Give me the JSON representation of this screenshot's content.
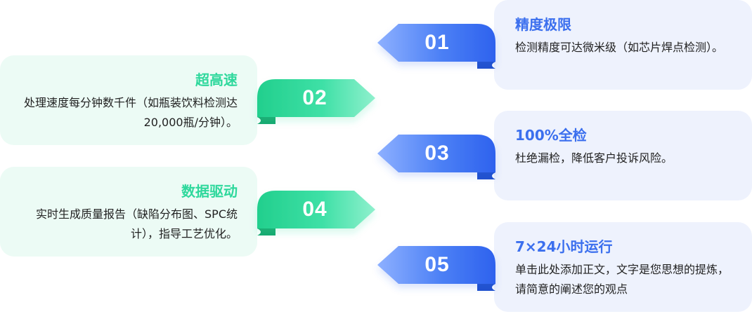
{
  "colors": {
    "green_accent": "#2ed89c",
    "blue_accent": "#3b6fee",
    "green_card_bg": "#ecfbf5",
    "blue_card_bg": "#eef2fd"
  },
  "items": [
    {
      "num": "01",
      "title": "精度极限",
      "desc": "检测精度可达微米级（如芯片焊点检测）。"
    },
    {
      "num": "02",
      "title": "超高速",
      "desc": "处理速度每分钟数千件（如瓶装饮料检测达20,000瓶/分钟）。"
    },
    {
      "num": "03",
      "title": "100%全检",
      "desc": "杜绝漏检，降低客户投诉风险。"
    },
    {
      "num": "04",
      "title": "数据驱动",
      "desc": "实时生成质量报告（缺陷分布图、SPC统计），指导工艺优化。"
    },
    {
      "num": "05",
      "title": "7×24小时运行",
      "desc": "单击此处添加正文，文字是您思想的提炼，请简意的阐述您的观点"
    }
  ]
}
